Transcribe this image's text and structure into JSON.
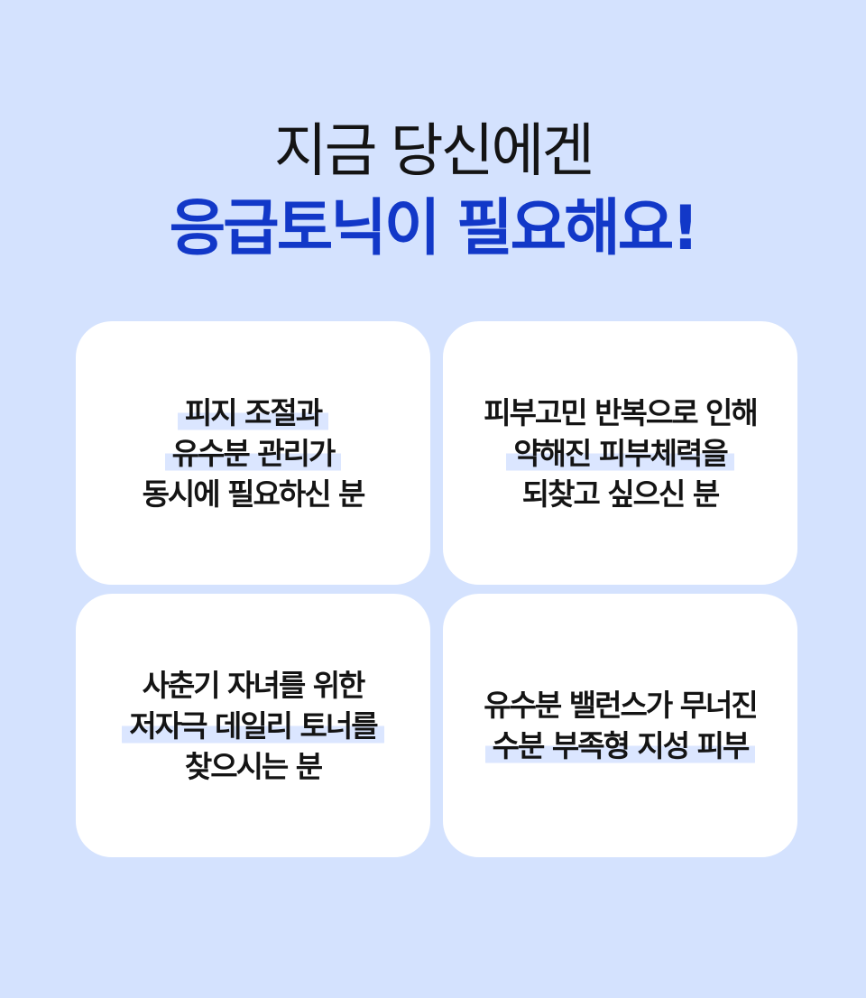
{
  "headline": {
    "line1": "지금 당신에겐",
    "line2": "응급토닉이 필요해요!"
  },
  "cards": [
    {
      "lines": [
        "피지 조절과",
        "유수분 관리가",
        "동시에 필요하신 분"
      ]
    },
    {
      "lines": [
        "피부고민 반복으로 인해",
        "약해진 피부체력을",
        "되찾고 싶으신 분"
      ]
    },
    {
      "lines": [
        "사춘기 자녀를 위한",
        "저자극 데일리 토너를",
        "찾으시는 분"
      ]
    },
    {
      "lines": [
        "유수분 밸런스가 무너진",
        "수분 부족형 지성 피부"
      ]
    }
  ],
  "colors": {
    "background": "#d4e2fe",
    "accent": "#1238c8",
    "highlight": "#dbe6ff",
    "text": "#141414"
  }
}
